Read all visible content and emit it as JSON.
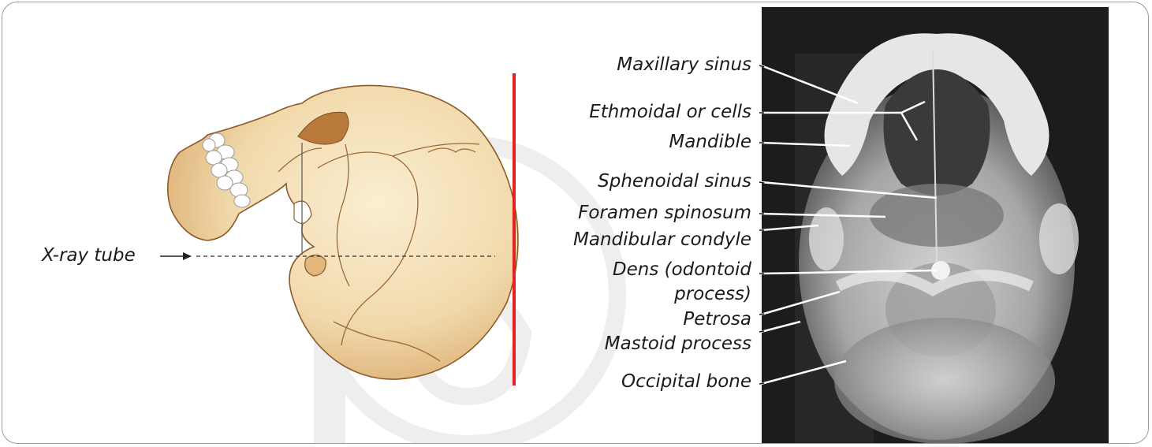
{
  "figure": {
    "xray_tube_label": "X-ray tube",
    "anatomy_labels": [
      "Maxillary sinus",
      "Ethmoidal or cells",
      "Mandible",
      "Sphenoidal sinus",
      "Foramen spinosum",
      "Mandibular condyle",
      "Dens (odontoid",
      "process)",
      "Petrosa",
      "Mastoid process",
      "Occipital bone"
    ],
    "colors": {
      "skull_fill": "#f1d9ab",
      "skull_outline": "#8b5a2b",
      "film_line": "#e32222",
      "xray_background": "#1c1c1c",
      "xray_bone": "#d9d9d9"
    }
  }
}
